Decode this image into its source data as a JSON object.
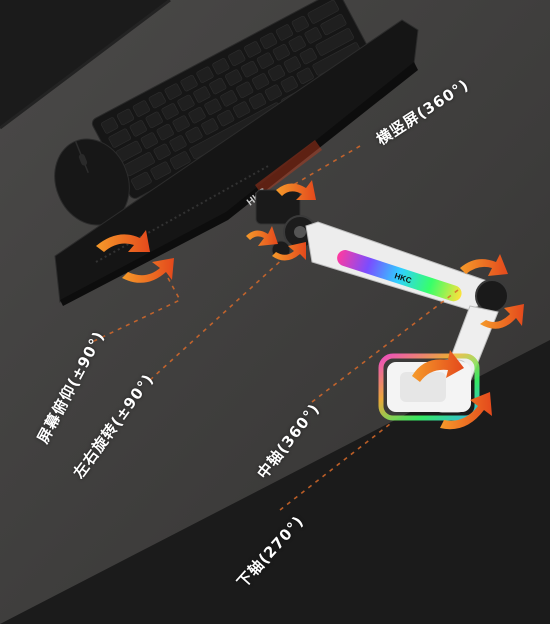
{
  "labels": {
    "rotation": "横竖屏(360°)",
    "tilt": "屏幕俯仰(±90°)",
    "swivel": "左右旋转(±90°)",
    "middle_axis": "中轴(360°)",
    "lower_axis": "下轴(270°)"
  },
  "monitor": {
    "brand": "HKC"
  },
  "arm": {
    "brand": "HKC"
  },
  "colors": {
    "desk": "#3f3e3d",
    "floor": "#1b1b1b",
    "arrow": "#f07a1c",
    "guide_line": "#d86a2a",
    "arm": "#eeeeee",
    "monitor": "#161616"
  }
}
